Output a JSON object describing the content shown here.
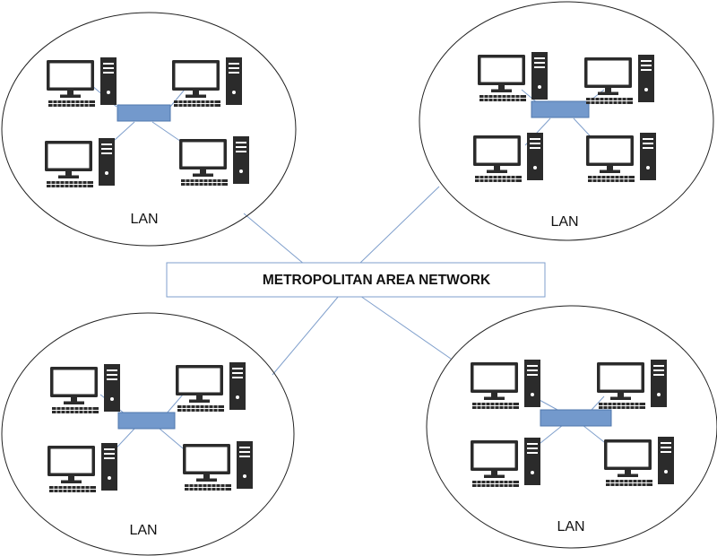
{
  "title": "METROPOLITAN AREA NETWORK",
  "colors": {
    "boundary": "#222222",
    "link": "#7f9fcc",
    "switch_fill": "#7399cc",
    "switch_stroke": "#4f77ad",
    "device": "#2b2b2b"
  },
  "lans": [
    {
      "label": "LAN",
      "devices": 4
    },
    {
      "label": "LAN",
      "devices": 4
    },
    {
      "label": "LAN",
      "devices": 4
    },
    {
      "label": "LAN",
      "devices": 4
    }
  ]
}
